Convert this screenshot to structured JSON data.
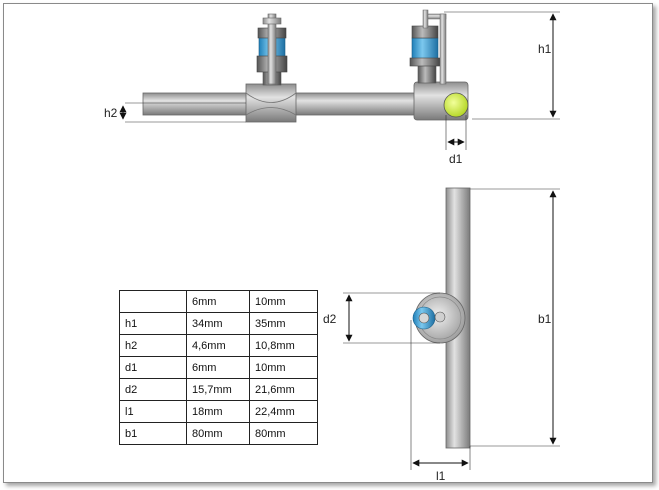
{
  "dimensions": {
    "h1": "h1",
    "h2": "h2",
    "d1": "d1",
    "d2": "d2",
    "l1": "l1",
    "b1": "b1"
  },
  "table": {
    "header": [
      "",
      "6mm",
      "10mm"
    ],
    "rows": [
      [
        "h1",
        "34mm",
        "35mm"
      ],
      [
        "h2",
        "4,6mm",
        "10,8mm"
      ],
      [
        "d1",
        "6mm",
        "10mm"
      ],
      [
        "d2",
        "15,7mm",
        "21,6mm"
      ],
      [
        "l1",
        "18mm",
        "22,4mm"
      ],
      [
        "b1",
        "80mm",
        "80mm"
      ]
    ]
  },
  "colors": {
    "body_grey": "#b8b8b8",
    "blue_sleeve": "#3aa6d8",
    "yellow_green_end": "#d6f04a"
  }
}
